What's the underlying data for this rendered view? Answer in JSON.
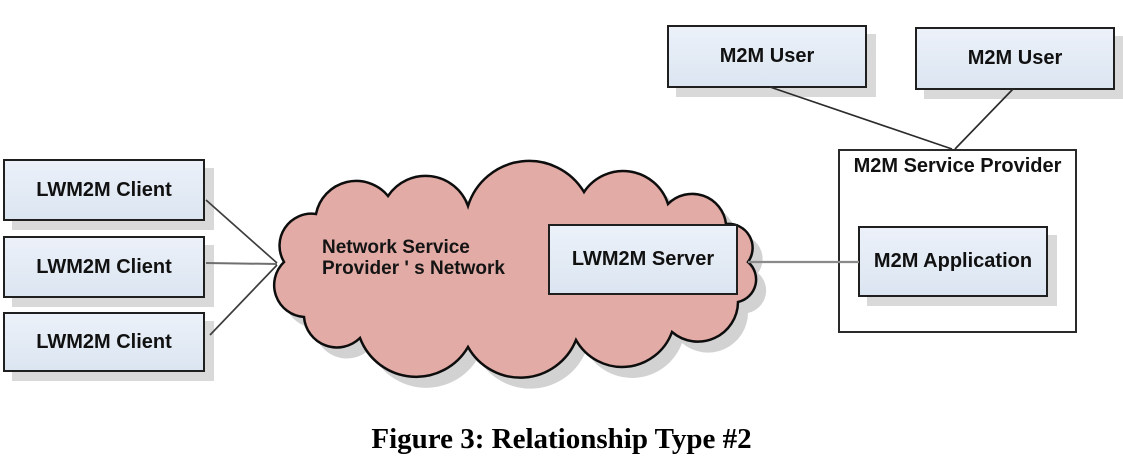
{
  "figure": {
    "caption": "Figure 3: Relationship Type #2"
  },
  "diagram": {
    "clients": [
      {
        "label": "LWM2M Client"
      },
      {
        "label": "LWM2M Client"
      },
      {
        "label": "LWM2M Client"
      }
    ],
    "cloud": {
      "label": "Network Service\nProvider ' s Network",
      "server_label": "LWM2M Server"
    },
    "users": [
      {
        "label": "M2M User"
      },
      {
        "label": "M2M User"
      }
    ],
    "service_provider": {
      "title": "M2M Service Provider",
      "application_label": "M2M Application"
    },
    "colors": {
      "cloud_fill": "#e2aba5",
      "cloud_outline": "#0d0d0d",
      "cloud_shadow": "#d2d2d2",
      "node_fill": "#dbe5f1",
      "node_border": "#1f1f1f",
      "node_shadow": "#d9d9d9",
      "connector_dark": "#3d3d3d",
      "connector_gray": "#6f6f6f",
      "connector_light": "#8a8a8a",
      "background": "#ffffff",
      "text": "#111111"
    }
  }
}
